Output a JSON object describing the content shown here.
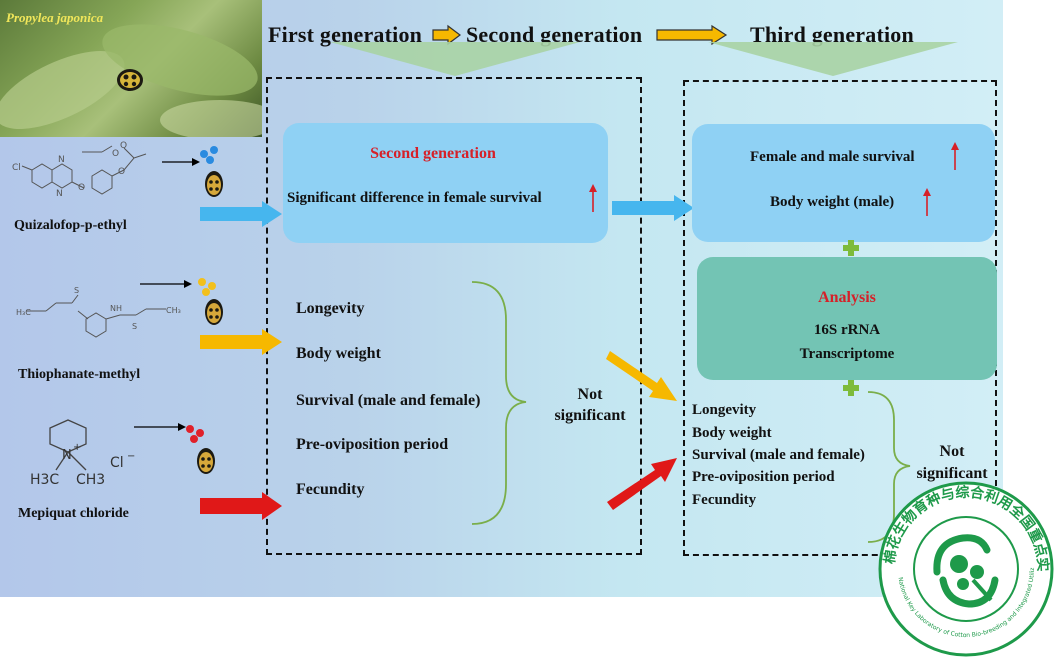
{
  "photo": {
    "caption": "Propylea japonica"
  },
  "header": {
    "gen1": "First generation",
    "gen2": "Second generation",
    "gen3": "Third generation"
  },
  "chemicals": [
    {
      "name": "Quizalofop-p-ethyl",
      "dot_color": "#2a8be0"
    },
    {
      "name": "Thiophanate-methyl",
      "dot_color": "#f2c01c"
    },
    {
      "name": "Mepiquat chloride",
      "dot_color": "#e0202a"
    }
  ],
  "structures": {
    "mepiquat_cation": "N",
    "mepiquat_plus": "+",
    "mepiquat_me1": "H3C",
    "mepiquat_me2": "CH3",
    "mepiquat_anion": "Cl"
  },
  "second_gen_box": {
    "title": "Second generation",
    "text": "Significant difference in female survival"
  },
  "first_list": {
    "items": [
      "Longevity",
      "Body weight",
      "Survival (male and female)",
      "Pre-oviposition period",
      "Fecundity"
    ],
    "result_line1": "Not",
    "result_line2": "significant"
  },
  "third_gen_box": {
    "line1": "Female and male survival",
    "line2": "Body weight (male)"
  },
  "analysis_box": {
    "title": "Analysis",
    "line1": "16S rRNA",
    "line2": "Transcriptome"
  },
  "third_list": {
    "items": [
      "Longevity",
      "Body weight",
      "Survival (male and female)",
      "Pre-oviposition period",
      "Fecundity"
    ],
    "result_line1": "Not",
    "result_line2": "significant"
  },
  "stamp": {
    "outer_text": "棉花生物育种与综合利用全国重点实验室",
    "inner_text": "National Key Laboratory of Cotton Bio-breeding and Integrated Utilization"
  },
  "colors": {
    "blue_arrow": "#46b6ee",
    "yellow_arrow": "#f6b800",
    "red_arrow": "#e01818",
    "red_text": "#d62028",
    "green_plus": "#7dbb3a",
    "stamp_green": "#1e9a4a",
    "funnel": "#a9d3a4",
    "brace": "#7aae4a"
  }
}
